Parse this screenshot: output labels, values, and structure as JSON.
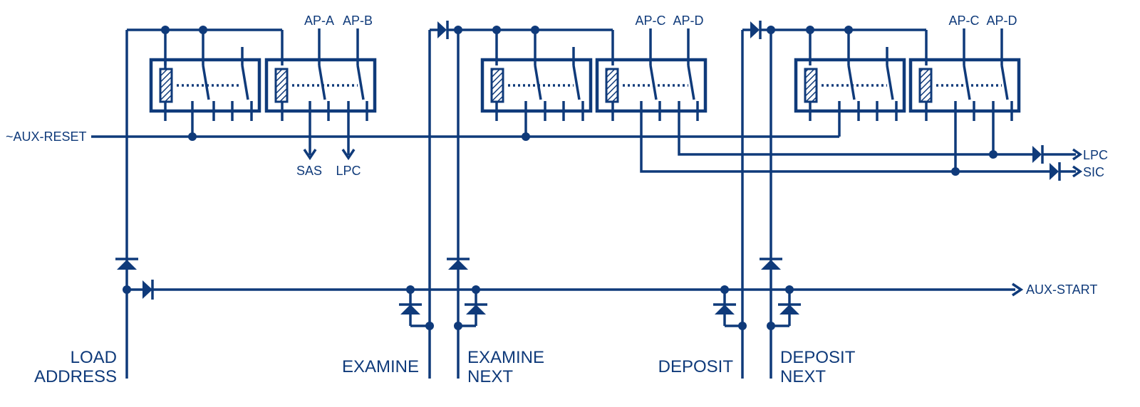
{
  "labels": {
    "aux_reset": "~AUX-RESET",
    "aux_start": "AUX-START",
    "relay_top": [
      "AP-A",
      "AP-B",
      "AP-C",
      "AP-D",
      "AP-C",
      "AP-D"
    ],
    "sas": "SAS",
    "lpc_mid": "LPC",
    "lpc_right": "LPC",
    "sic_right": "SIC",
    "load_address": [
      "LOAD",
      "ADDRESS"
    ],
    "examine": "EXAMINE",
    "examine_next": [
      "EXAMINE",
      "NEXT"
    ],
    "deposit": "DEPOSIT",
    "deposit_next": [
      "DEPOSIT",
      "NEXT"
    ]
  },
  "colors": {
    "ink": "#0f3a7a",
    "background": "#ffffff"
  }
}
